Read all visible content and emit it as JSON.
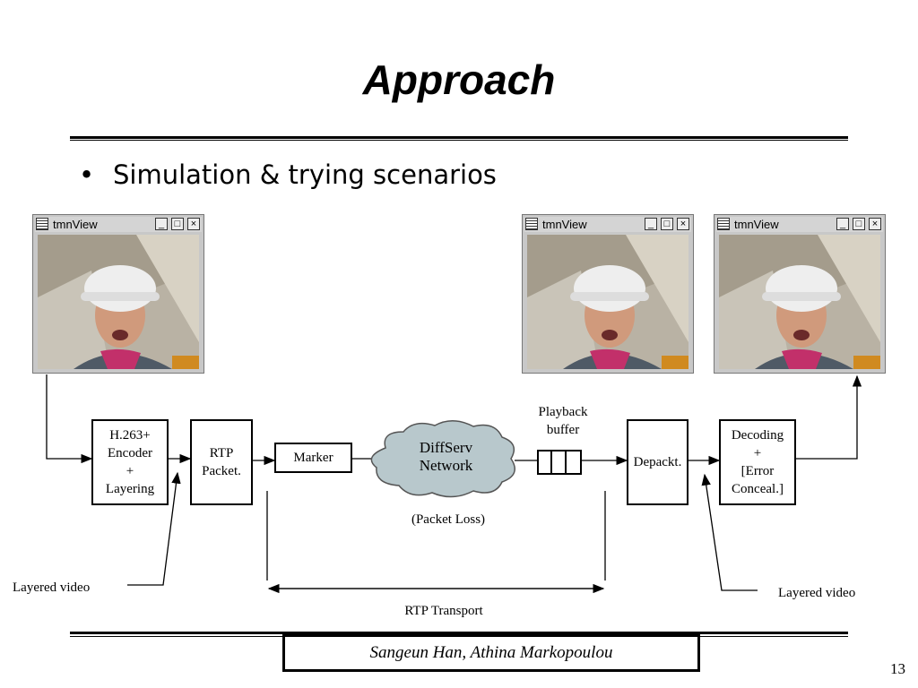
{
  "slide": {
    "title": "Approach",
    "bullets": [
      "Simulation & trying scenarios"
    ],
    "footer": "Sangeun Han, Athina Markopoulou",
    "page_number": "13"
  },
  "windows": [
    {
      "title": "tmnView",
      "buttons": [
        "_",
        "□",
        "×"
      ]
    },
    {
      "title": "tmnView",
      "buttons": [
        "_",
        "□",
        "×"
      ]
    },
    {
      "title": "tmnView",
      "buttons": [
        "_",
        "□",
        "×"
      ]
    }
  ],
  "diagram": {
    "encoder": "H.263+\nEncoder\n+\nLayering",
    "rtp_packet": "RTP\nPacket.",
    "marker": "Marker",
    "network": "DiffServ\nNetwork",
    "packet_loss": "(Packet Loss)",
    "playback_buffer": "Playback\nbuffer",
    "depacket": "Depackt.",
    "decoding": "Decoding\n+\n[Error\nConceal.]",
    "layered_video_left": "Layered video",
    "layered_video_right": "Layered video",
    "rtp_transport": "RTP Transport"
  },
  "colors": {
    "cloud_fill": "#b8c8cc",
    "cloud_stroke": "#555555"
  }
}
